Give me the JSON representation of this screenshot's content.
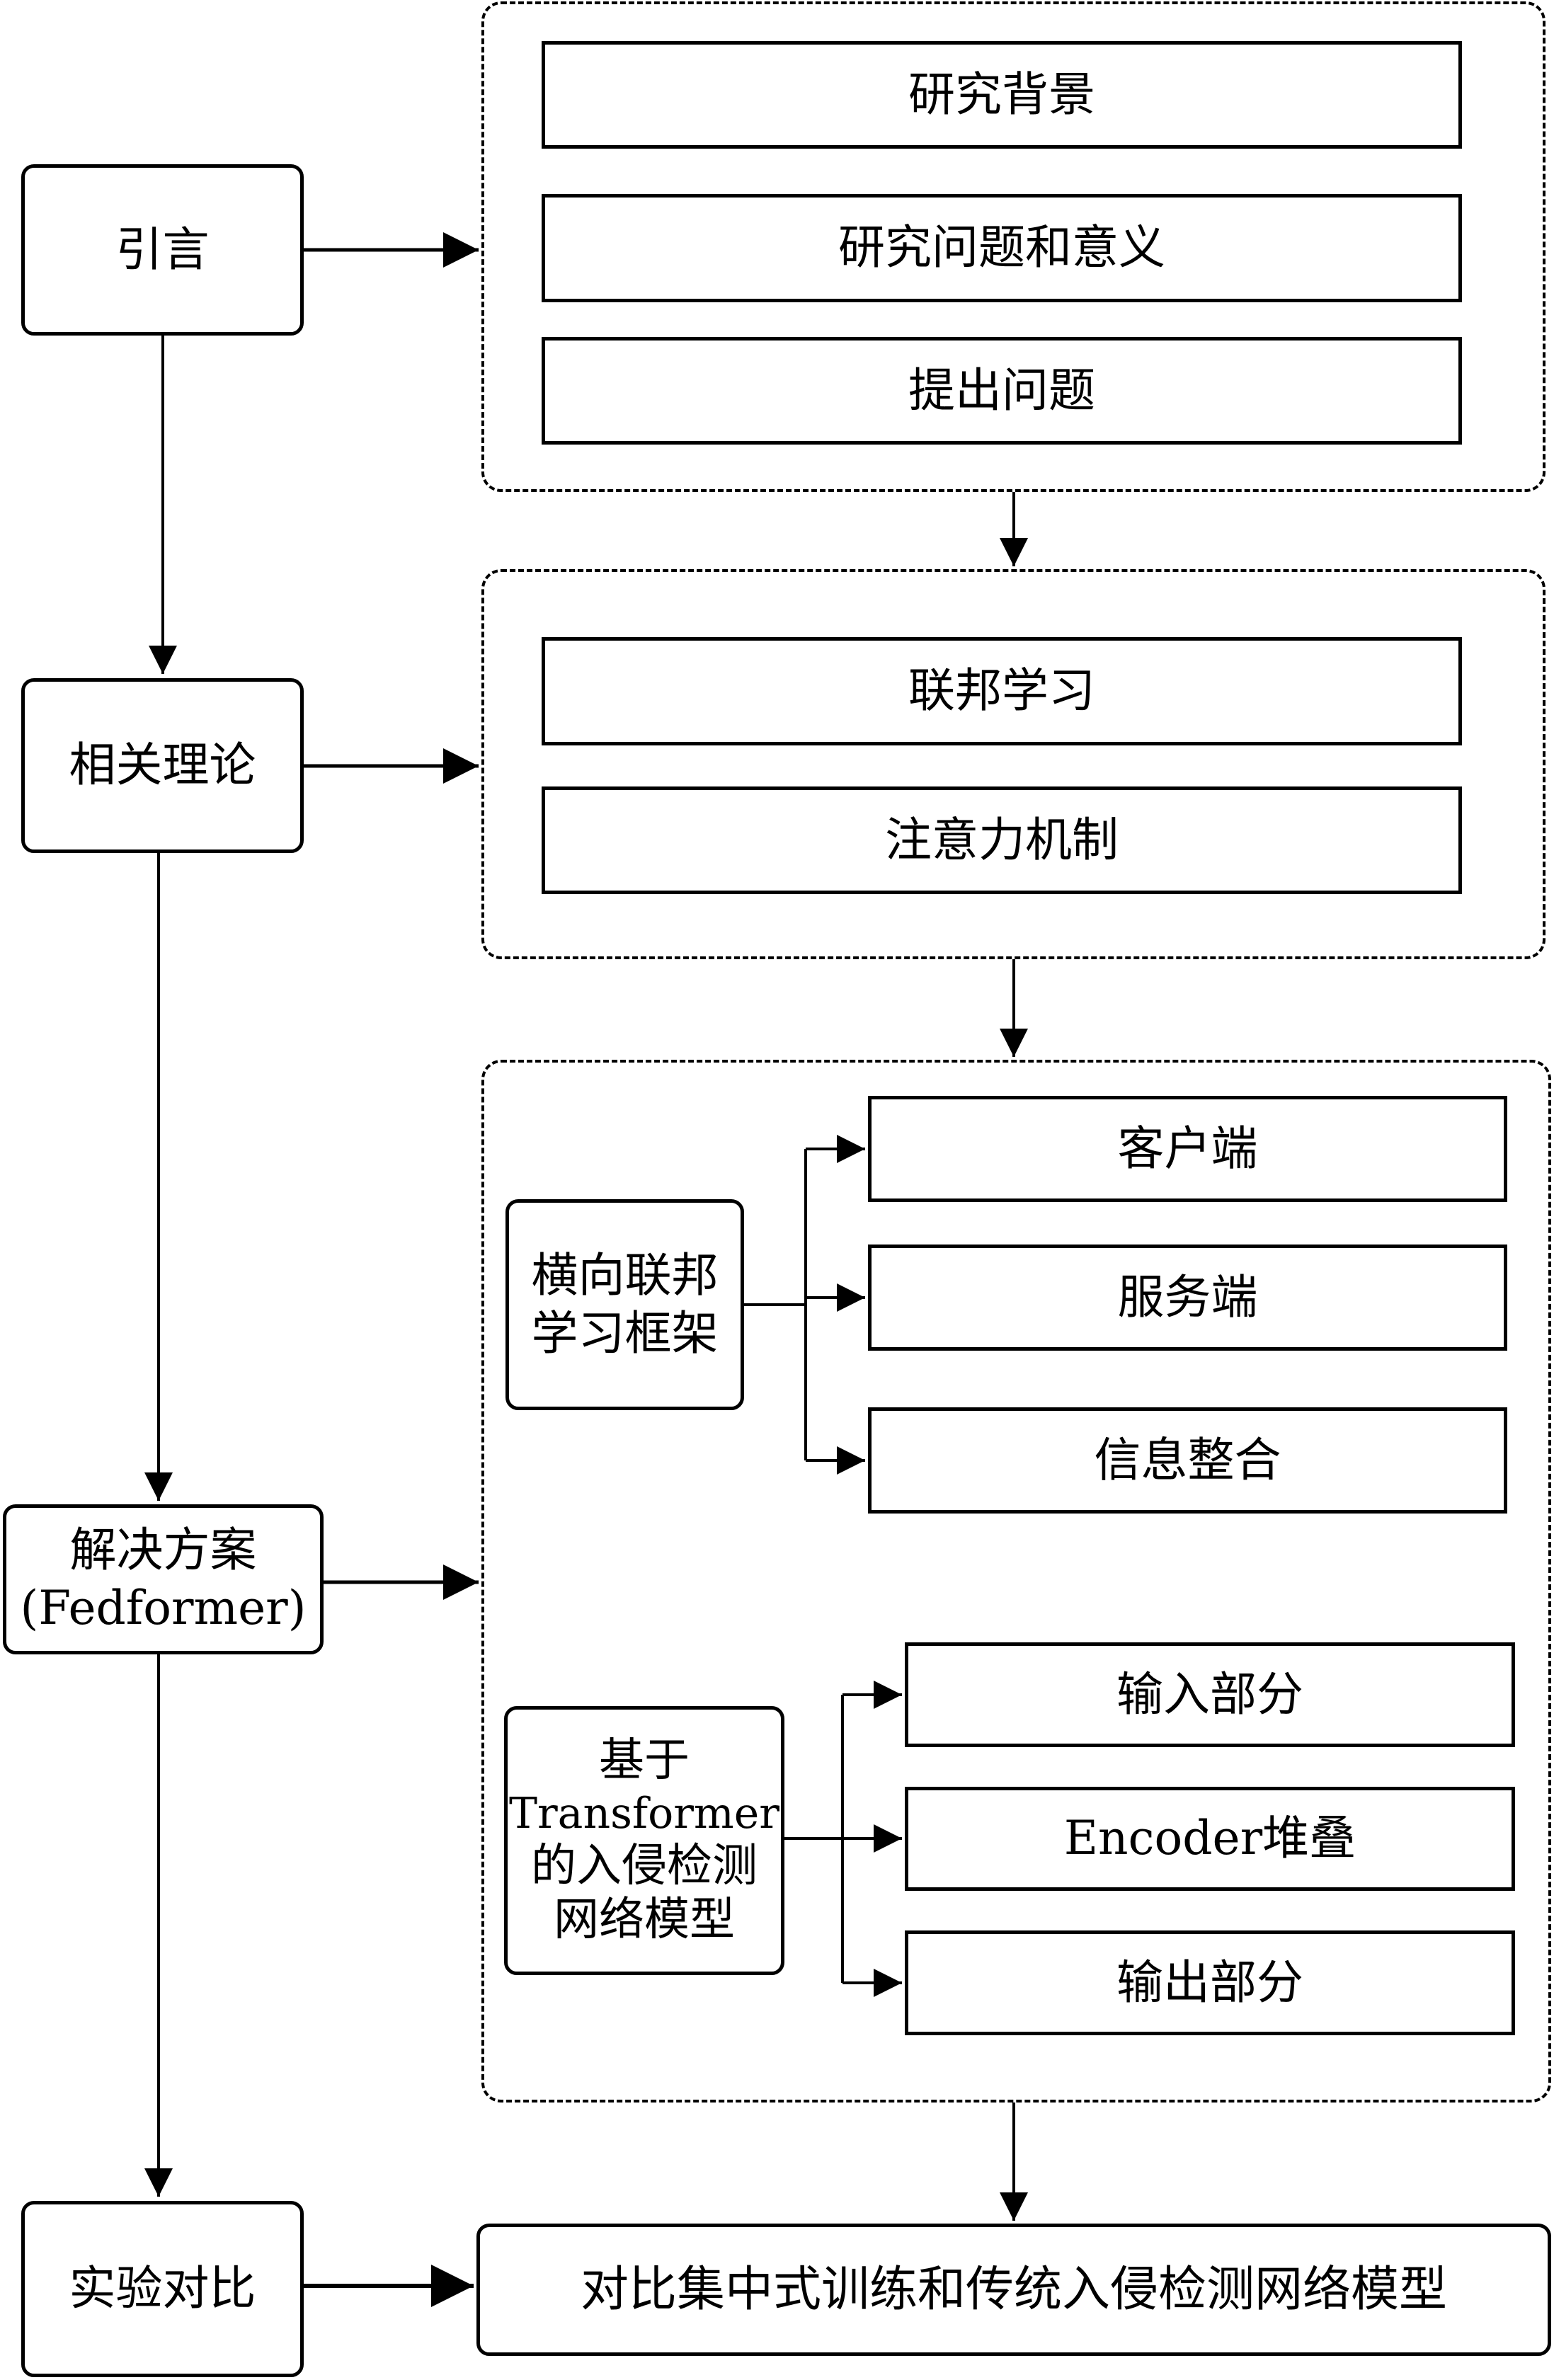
{
  "flow": {
    "steps": [
      {
        "label": "引言"
      },
      {
        "label": "相关理论"
      },
      {
        "label": "解决方案",
        "label2": "(Fedformer)"
      },
      {
        "label": "实验对比"
      }
    ]
  },
  "group_intro": {
    "items": [
      "研究背景",
      "研究问题和意义",
      "提出问题"
    ]
  },
  "group_theory": {
    "items": [
      "联邦学习",
      "注意力机制"
    ]
  },
  "group_solution": {
    "framework": {
      "label_line1": "横向联邦",
      "label_line2": "学习框架",
      "items": [
        "客户端",
        "服务端",
        "信息整合"
      ]
    },
    "model": {
      "label_line1": "基于",
      "label_line2": "Transformer",
      "label_line3": "的入侵检测",
      "label_line4": "网络模型",
      "items": [
        "输入部分",
        "Encoder堆叠",
        "输出部分"
      ]
    }
  },
  "experiment": {
    "result_label": "对比集中式训练和传统入侵检测网络模型"
  },
  "colors": {
    "stroke": "#000000",
    "background": "#ffffff"
  }
}
